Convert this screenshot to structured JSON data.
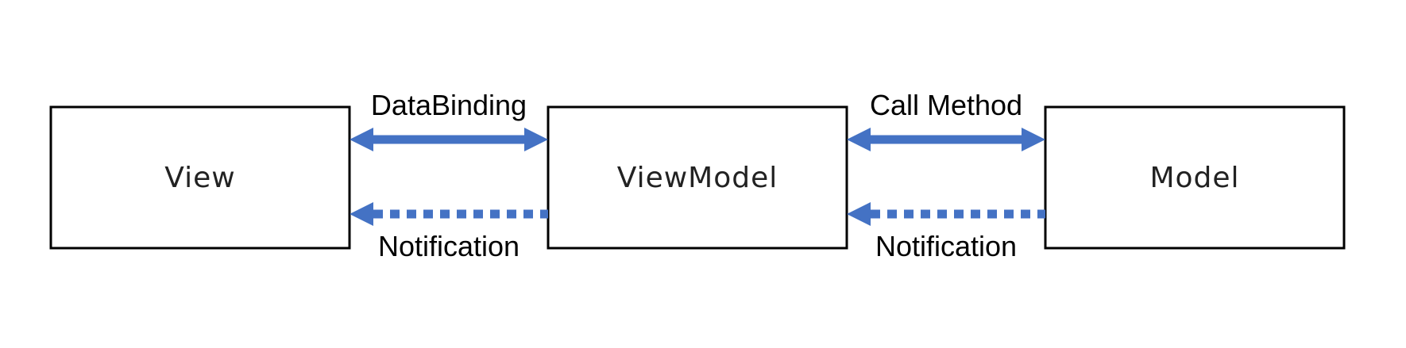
{
  "colors": {
    "arrow": "#4472C4",
    "box_border": "#000000",
    "background": "#ffffff"
  },
  "boxes": {
    "view": {
      "label": "View"
    },
    "viewmodel": {
      "label": "ViewModel"
    },
    "model": {
      "label": "Model"
    }
  },
  "connections": {
    "view_viewmodel": {
      "top_label": "DataBinding",
      "top_style": "solid, bidirectional",
      "bottom_label": "Notification",
      "bottom_style": "dotted, toward View"
    },
    "viewmodel_model": {
      "top_label": "Call Method",
      "top_style": "solid, bidirectional",
      "bottom_label": "Notification",
      "bottom_style": "dotted, toward ViewModel"
    }
  }
}
